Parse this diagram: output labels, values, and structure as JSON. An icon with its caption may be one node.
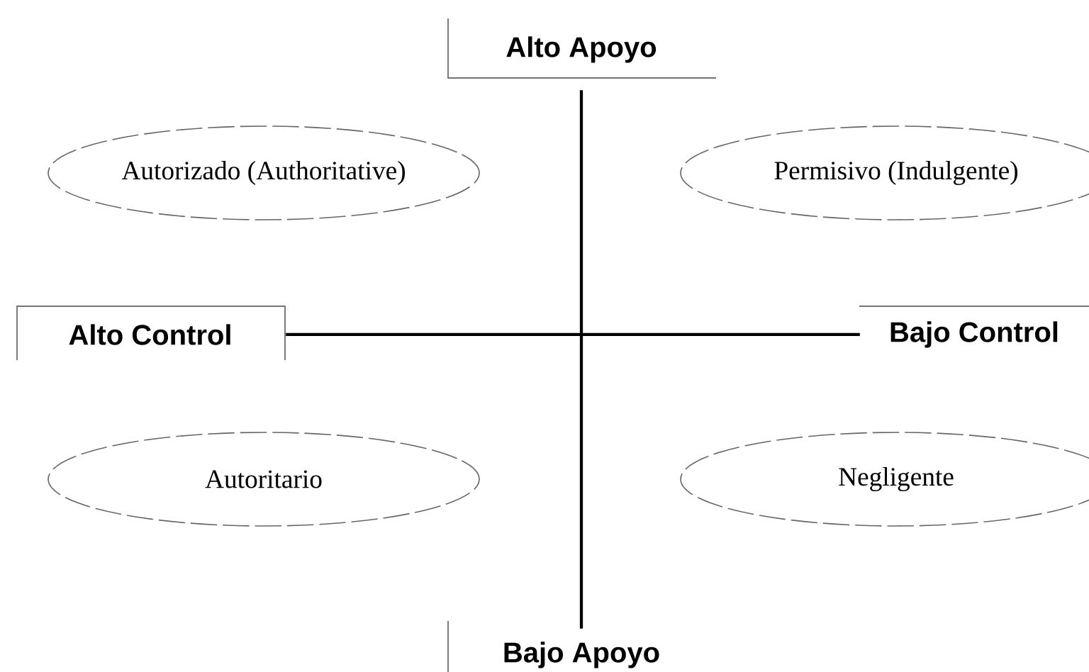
{
  "diagram": {
    "nodes": [
      {
        "text": [
          "Alto Apoyo"
        ]
      },
      {
        "text": [
          "Autorizado (Authoritative)"
        ]
      },
      {
        "text": [
          "Permisivo (Indulgente)"
        ]
      },
      {
        "text": [
          "Alto Control"
        ]
      },
      {
        "text": [
          "Bajo Control"
        ]
      },
      {
        "text": [
          "Autoritario"
        ]
      },
      {
        "text": [
          "Negligente"
        ]
      },
      {
        "text": [
          "Bajo Apoyo"
        ]
      }
    ],
    "edges": [
      {
        "from": 0,
        "to": 7,
        "arrow": "none"
      },
      {
        "from": 3,
        "to": 4,
        "arrow": "none"
      }
    ]
  }
}
